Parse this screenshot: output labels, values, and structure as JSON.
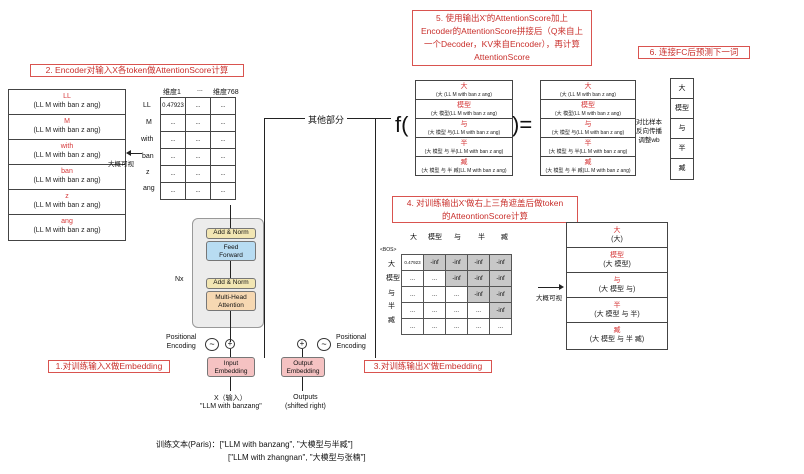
{
  "captions": {
    "c1": "1.对训练输入X做Embedding",
    "c2": "2. Encoder对输入X各token做AttentionScore计算",
    "c3": "3.对训练输出X'做Embedding",
    "c4_line1": "4. 对训练输出X'做右上三角遮盖后做token",
    "c4_line2": "的AtteontionScore计算",
    "c5_line1": "5. 使用输出X'的AttentionScore加上",
    "c5_line2": "Encoder的AttentionScore拼接后（Q来自上",
    "c5_line3": "一个Decoder，KV来自Encoder），再计算",
    "c5_line4": "AttentionScore",
    "c6": "6. 连接FC后预测下一词"
  },
  "encoder_stack": [
    {
      "token": "LL",
      "ctx_pre": "(",
      "ctx_bold": "",
      "ctx": "LL M with ban z ang)",
      "full": "(LL M with ban z ang)"
    },
    {
      "token": "M",
      "full": "(LL M with ban z ang)"
    },
    {
      "token": "with",
      "full": "(LL M with ban z ang)"
    },
    {
      "token": "ban",
      "full": "(LL M with ban z ang)"
    },
    {
      "token": "z",
      "full": "(LL M with ban z ang)"
    },
    {
      "token": "ang",
      "full": "(LL M with ban z ang)"
    }
  ],
  "enc_arrow_label": "大概可视",
  "dim_header": {
    "d1": "维度1",
    "dots": "...",
    "d768": "维度768"
  },
  "row_labels": [
    "LL",
    "M",
    "with",
    "ban",
    "z",
    "ang"
  ],
  "first_value": "0.47923",
  "ellipsis": "...",
  "other_part": "其他部分",
  "transformer": {
    "nx": "Nx",
    "add_norm": "Add & Norm",
    "ff1": "Feed",
    "ff2": "Forward",
    "mha1": "Multi-Head",
    "mha2": "Attention",
    "pos1": "Positional",
    "pos2": "Encoding",
    "input_emb1": "Input",
    "input_emb2": "Embedding",
    "output_emb1": "Output",
    "output_emb2": "Embedding",
    "x_label": "X（输入）",
    "x_value": "\"LLM with banzang\"",
    "outputs1": "Outputs",
    "outputs2": "(shifted right)"
  },
  "train_text_label": "训练文本(Paris)：",
  "train_pair1": "[\"LLM with banzang\", \"大模型与半臧\"]",
  "train_pair2": "[\"LLM with zhangnan\", \"大模型与张楠\"]",
  "f_label": "f(",
  "equals": ")=",
  "f_stack": [
    {
      "token": "大",
      "sub": "(大 (LL M with ban z ang)"
    },
    {
      "token": "模型",
      "sub": "(大 模型(LL M with ban z ang)"
    },
    {
      "token": "与",
      "sub": "(大 模型 与(LL M with ban z ang)"
    },
    {
      "token": "半",
      "sub": "(大 模型 与 半(LL M with ban z ang)"
    },
    {
      "token": "臧",
      "sub": "(大 模型 与 半 臧(LL M with ban z ang)"
    }
  ],
  "result_stack": [
    {
      "token": "大",
      "sub": "(大 (LL M with ban z ang)"
    },
    {
      "token": "模型",
      "sub": "(大 模型(LL M with ban z ang)"
    },
    {
      "token": "与",
      "sub": "(大 模型 与(LL M with ban z ang)"
    },
    {
      "token": "半",
      "sub": "(大 模型 与 半(LL M with ban z ang)"
    },
    {
      "token": "臧",
      "sub": "(大 模型 与 半 臧(LL M with ban z ang)"
    }
  ],
  "compare_note1": "对比样本",
  "compare_note2": "反向传播",
  "compare_note3": "调整wb",
  "fc_tokens": [
    "大",
    "模型",
    "与",
    "半",
    "臧"
  ],
  "mask_cols": [
    "大",
    "模型",
    "与",
    "半",
    "臧"
  ],
  "mask_rows": [
    "<BOS>",
    "大",
    "模型",
    "与",
    "半",
    "臧"
  ],
  "neg_inf": "-inf",
  "mask_arrow_label": "大概可视",
  "decoder_stack": [
    {
      "token": "大",
      "sub": "(大)"
    },
    {
      "token": "模型",
      "sub": "(大 模型)"
    },
    {
      "token": "与",
      "sub": "(大 模型 与)"
    },
    {
      "token": "半",
      "sub": "(大 模型 与 半)"
    },
    {
      "token": "臧",
      "sub": "(大 模型 与 半 臧)"
    }
  ]
}
